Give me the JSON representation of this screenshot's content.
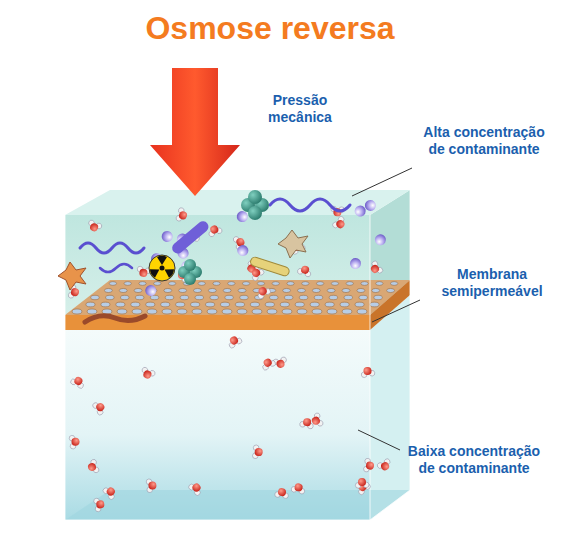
{
  "diagram": {
    "title": "Osmose reversa",
    "labels": [
      "Pressão mecânica",
      "Alta concentração de contaminante",
      "Membrana semipermeável",
      "Baixa concentração de contaminante"
    ]
  }
}
